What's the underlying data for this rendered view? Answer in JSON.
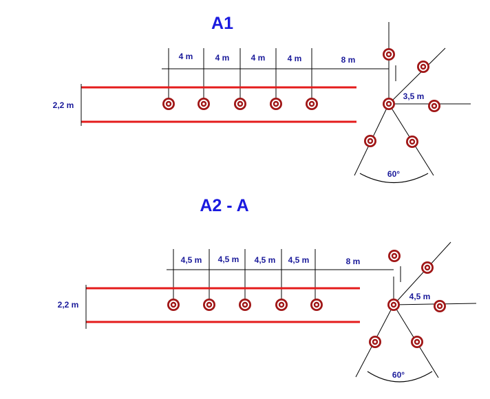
{
  "diagrams": [
    {
      "title": "A1",
      "width_label": "2,2 m",
      "spacing_labels": [
        "4 m",
        "4 m",
        "4 m",
        "4 m"
      ],
      "offset_label": "8 m",
      "radius_label": "3,5 m",
      "angle_label": "60°"
    },
    {
      "title": "A2 - A",
      "width_label": "2,2 m",
      "spacing_labels": [
        "4,5 m",
        "4,5 m",
        "4,5 m",
        "4,5 m"
      ],
      "offset_label": "8 m",
      "radius_label": "4,5 m",
      "angle_label": "60°"
    }
  ],
  "colors": {
    "title": "#1a1adf",
    "labels": "#1a1a9a",
    "road": "#e41b1b",
    "target_outer": "#a01616"
  },
  "icon": "target-icon"
}
